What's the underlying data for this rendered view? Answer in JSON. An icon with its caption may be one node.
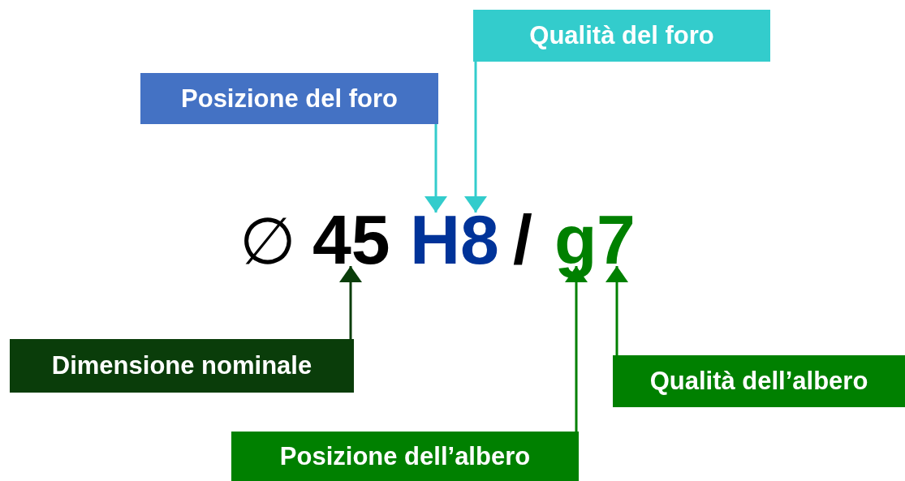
{
  "diagram": {
    "nodes": [
      {
        "text": [
          "Qualità del foro"
        ]
      },
      {
        "text": [
          "Posizione del foro"
        ]
      },
      {
        "text": [
          "45"
        ]
      },
      {
        "text": [
          "H"
        ]
      },
      {
        "text": [
          "8"
        ]
      },
      {
        "text": [
          "g"
        ]
      },
      {
        "text": [
          "7"
        ]
      },
      {
        "text": [
          "Dimensione nominale"
        ]
      },
      {
        "text": [
          "Qualità dell’albero"
        ]
      },
      {
        "text": [
          "Posizione dell’albero"
        ]
      }
    ],
    "edges": [
      {
        "from": 1,
        "to": 3,
        "arrow": "to",
        "color": "#33cccc"
      },
      {
        "from": 0,
        "to": 4,
        "arrow": "to",
        "color": "#33cccc"
      },
      {
        "from": 7,
        "to": 2,
        "arrow": "to",
        "color": "#0a3d0a"
      },
      {
        "from": 9,
        "to": 5,
        "arrow": "to",
        "color": "#008000"
      },
      {
        "from": 8,
        "to": 6,
        "arrow": "to",
        "color": "#008000"
      }
    ],
    "labels": [
      "∅",
      "/"
    ]
  }
}
